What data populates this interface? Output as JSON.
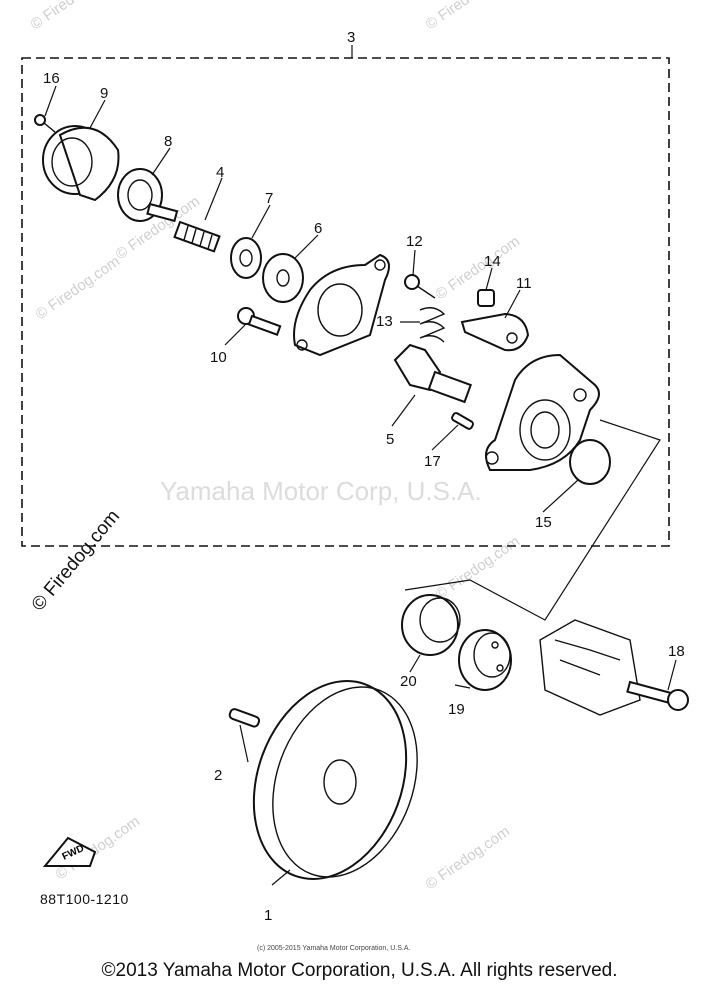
{
  "callouts": [
    {
      "id": "p1",
      "label": "1"
    },
    {
      "id": "p2",
      "label": "2"
    },
    {
      "id": "p3",
      "label": "3"
    },
    {
      "id": "p4",
      "label": "4"
    },
    {
      "id": "p5",
      "label": "5"
    },
    {
      "id": "p6",
      "label": "6"
    },
    {
      "id": "p7",
      "label": "7"
    },
    {
      "id": "p8",
      "label": "8"
    },
    {
      "id": "p9",
      "label": "9"
    },
    {
      "id": "p10",
      "label": "10"
    },
    {
      "id": "p11",
      "label": "11"
    },
    {
      "id": "p12",
      "label": "12"
    },
    {
      "id": "p13",
      "label": "13"
    },
    {
      "id": "p14",
      "label": "14"
    },
    {
      "id": "p15",
      "label": "15"
    },
    {
      "id": "p16",
      "label": "16"
    },
    {
      "id": "p17",
      "label": "17"
    },
    {
      "id": "p18",
      "label": "18"
    },
    {
      "id": "p19",
      "label": "19"
    },
    {
      "id": "p20",
      "label": "20"
    }
  ],
  "watermark": {
    "site": "© Firedog.com",
    "center": "Yamaha Motor Corp, U.S.A."
  },
  "fwd_label": "FWD",
  "diagram_code": "88T100-1210",
  "small_copyright": "(c) 2005-2015 Yamaha Motor Corporation, U.S.A.",
  "footer": "©2013 Yamaha Motor Corporation, U.S.A. All rights reserved.",
  "colors": {
    "line": "#111111",
    "watermark": "#cfcfcf",
    "background": "#ffffff"
  }
}
